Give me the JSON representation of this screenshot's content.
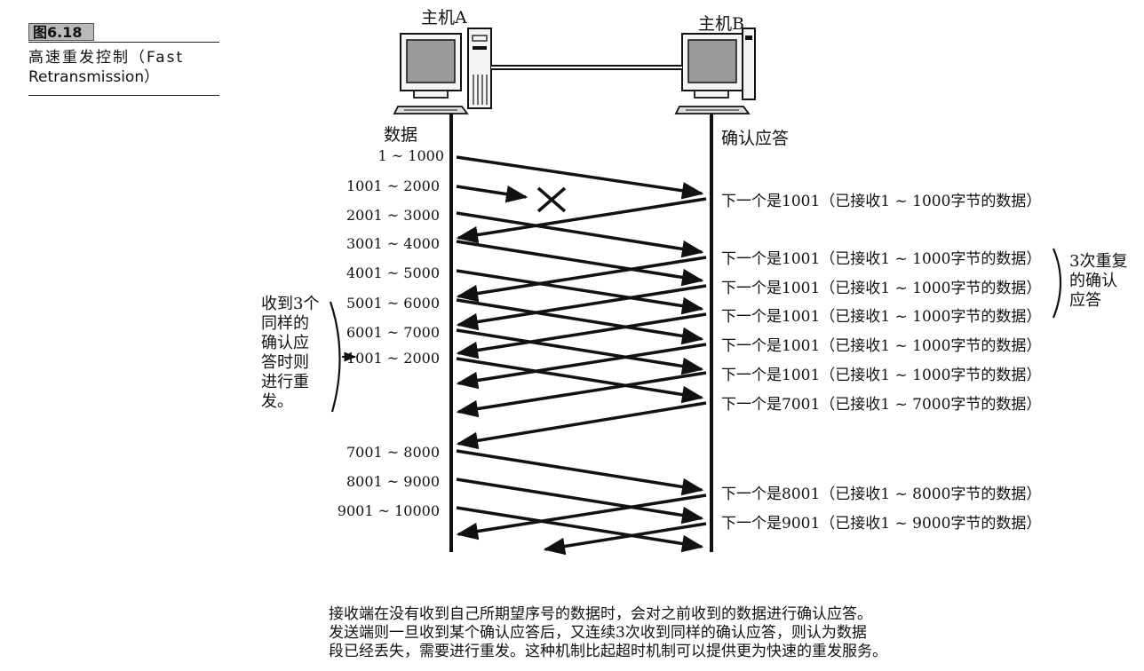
{
  "figure": {
    "label": "图6.18",
    "title_line1": "高速重发控制（Fast",
    "title_line2": "Retransmission）"
  },
  "hosts": {
    "a": "主机A",
    "b": "主机B"
  },
  "columns": {
    "data": "数据",
    "ack": "确认应答"
  },
  "segments": [
    "1 ~ 1000",
    "1001 ~ 2000",
    "2001 ~ 3000",
    "3001 ~ 4000",
    "4001 ~ 5000",
    "5001 ~ 6000",
    "6001 ~ 7000",
    "1001 ~ 2000",
    "7001 ~ 8000",
    "8001 ~ 9000",
    "9001 ~ 10000"
  ],
  "acks": [
    "下一个是1001（已接收1 ~ 1000字节的数据）",
    "下一个是1001（已接收1 ~ 1000字节的数据）",
    "下一个是1001（已接收1 ~ 1000字节的数据）",
    "下一个是1001（已接收1 ~ 1000字节的数据）",
    "下一个是1001（已接收1 ~ 1000字节的数据）",
    "下一个是1001（已接收1 ~ 1000字节的数据）",
    "下一个是7001（已接收1 ~ 7000字节的数据）",
    "下一个是8001（已接收1 ~ 8000字节的数据）",
    "下一个是9001（已接收1 ~ 9000字节的数据）"
  ],
  "left_note": [
    "收到3个",
    "同样的",
    "确认应",
    "答时则",
    "进行重",
    "发。"
  ],
  "right_note": [
    "3次重复",
    "的确认",
    "应答"
  ],
  "description": [
    "接收端在没有收到自己所期望序号的数据时，会对之前收到的数据进行确认应答。",
    "发送端则一旦收到某个确认应答后，又连续3次收到同样的确认应答，则认为数据",
    "段已经丢失，需要进行重发。这种机制比起超时机制可以提供更为快速的重发服务。"
  ]
}
